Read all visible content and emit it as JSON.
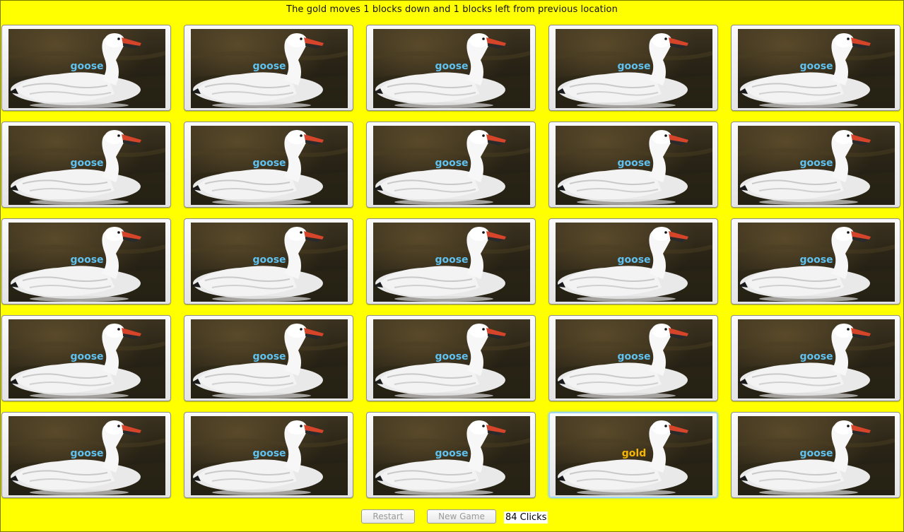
{
  "status_message": "The gold moves 1 blocks down and 1 blocks left from previous location",
  "tile_image": "white-goose-photo",
  "colors": {
    "background": "#ffff00",
    "goose_label": "#5fc2f0",
    "gold_label": "#f5b500",
    "selected_border": "#9ed3f2"
  },
  "grid": {
    "rows": 5,
    "cols": 5,
    "tiles": [
      [
        "goose",
        "goose",
        "goose",
        "goose",
        "goose"
      ],
      [
        "goose",
        "goose",
        "goose",
        "goose",
        "goose"
      ],
      [
        "goose",
        "goose",
        "goose",
        "goose",
        "goose"
      ],
      [
        "goose",
        "goose",
        "goose",
        "goose",
        "goose"
      ],
      [
        "goose",
        "goose",
        "goose",
        "gold",
        "goose"
      ]
    ],
    "selected": {
      "row": 5,
      "col": 4
    }
  },
  "controls": {
    "restart_label": "Restart",
    "new_game_label": "New Game",
    "clicks_label": "84 Clicks"
  }
}
